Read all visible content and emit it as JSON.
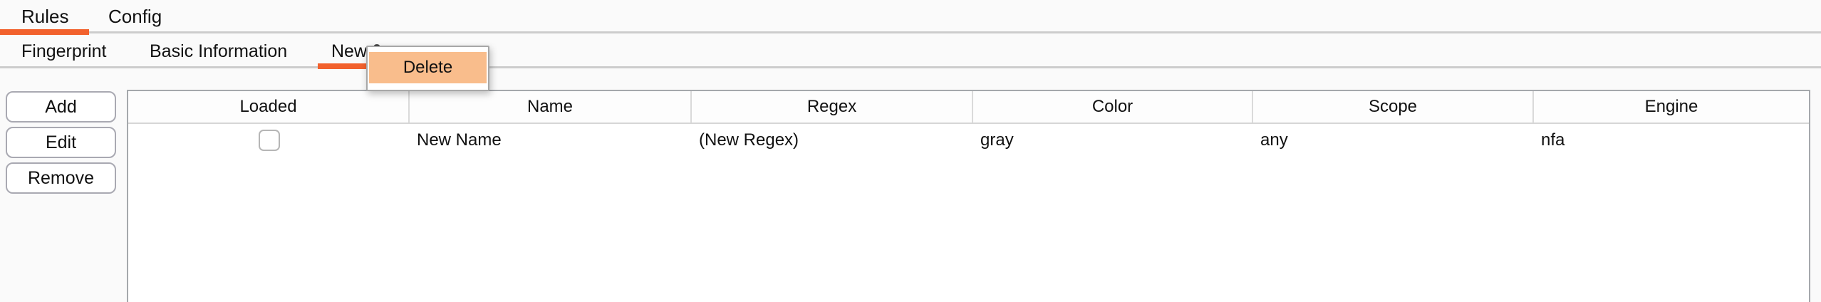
{
  "tabs_primary": {
    "items": [
      {
        "label": "Rules",
        "selected": true
      },
      {
        "label": "Config",
        "selected": false
      }
    ]
  },
  "tabs_secondary": {
    "items": [
      {
        "label": "Fingerprint",
        "selected": false
      },
      {
        "label": "Basic Information",
        "selected": false
      },
      {
        "label": "New 0",
        "selected": true
      }
    ]
  },
  "context_menu": {
    "items": [
      {
        "label": "Delete",
        "highlighted": true
      }
    ]
  },
  "actions": {
    "add_label": "Add",
    "edit_label": "Edit",
    "remove_label": "Remove"
  },
  "table": {
    "columns": [
      "Loaded",
      "Name",
      "Regex",
      "Color",
      "Scope",
      "Engine"
    ],
    "rows": [
      {
        "loaded_checked": false,
        "name": "New Name",
        "regex": "(New Regex)",
        "color": "gray",
        "scope": "any",
        "engine": "nfa"
      }
    ]
  },
  "colors": {
    "accent_orange": "#f2612d",
    "menu_highlight_peach": "#f9bd8c"
  }
}
